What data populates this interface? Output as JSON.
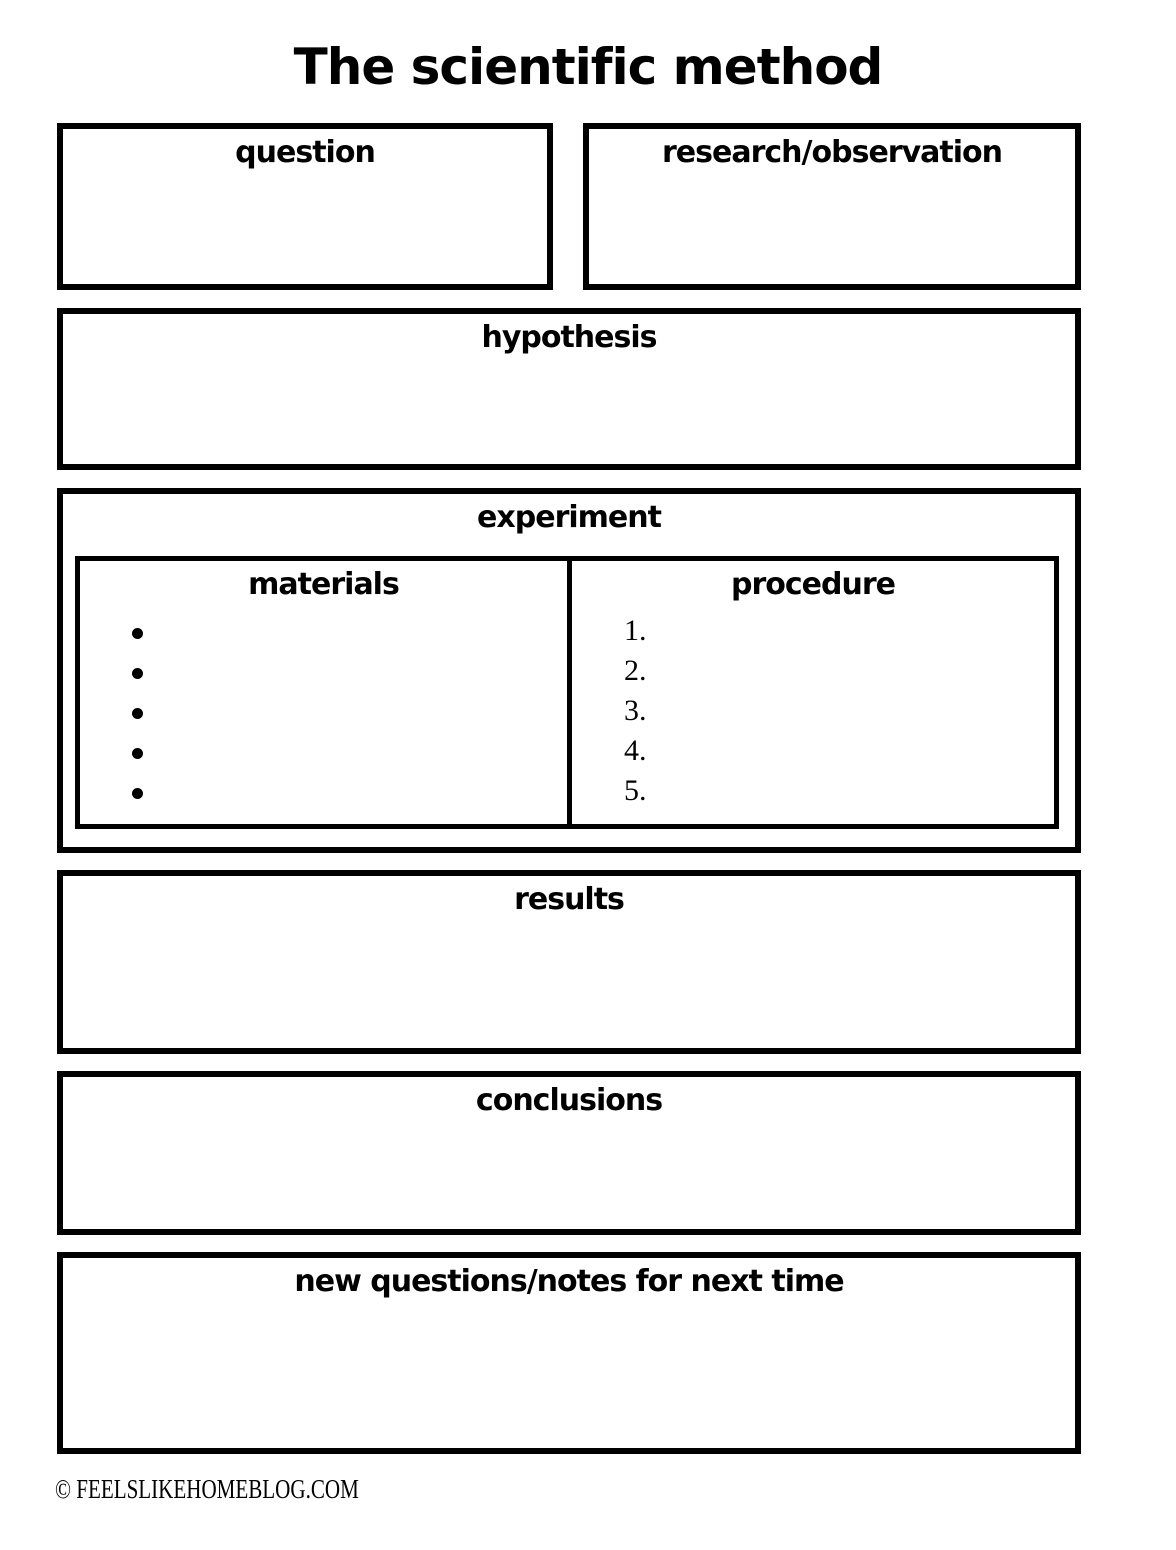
{
  "page": {
    "title": "The scientific method",
    "footer": "© feelslikehomeblog.com"
  },
  "sections": {
    "question": {
      "label": "question"
    },
    "research": {
      "label": "research/observation"
    },
    "hypothesis": {
      "label": "hypothesis"
    },
    "experiment": {
      "label": "experiment",
      "materials": {
        "label": "materials",
        "bullet_count": 5
      },
      "procedure": {
        "label": "procedure",
        "items": [
          "1.",
          "2.",
          "3.",
          "4.",
          "5."
        ]
      }
    },
    "results": {
      "label": "results"
    },
    "conclusions": {
      "label": "conclusions"
    },
    "new_questions": {
      "label": "new questions/notes for next time"
    }
  }
}
